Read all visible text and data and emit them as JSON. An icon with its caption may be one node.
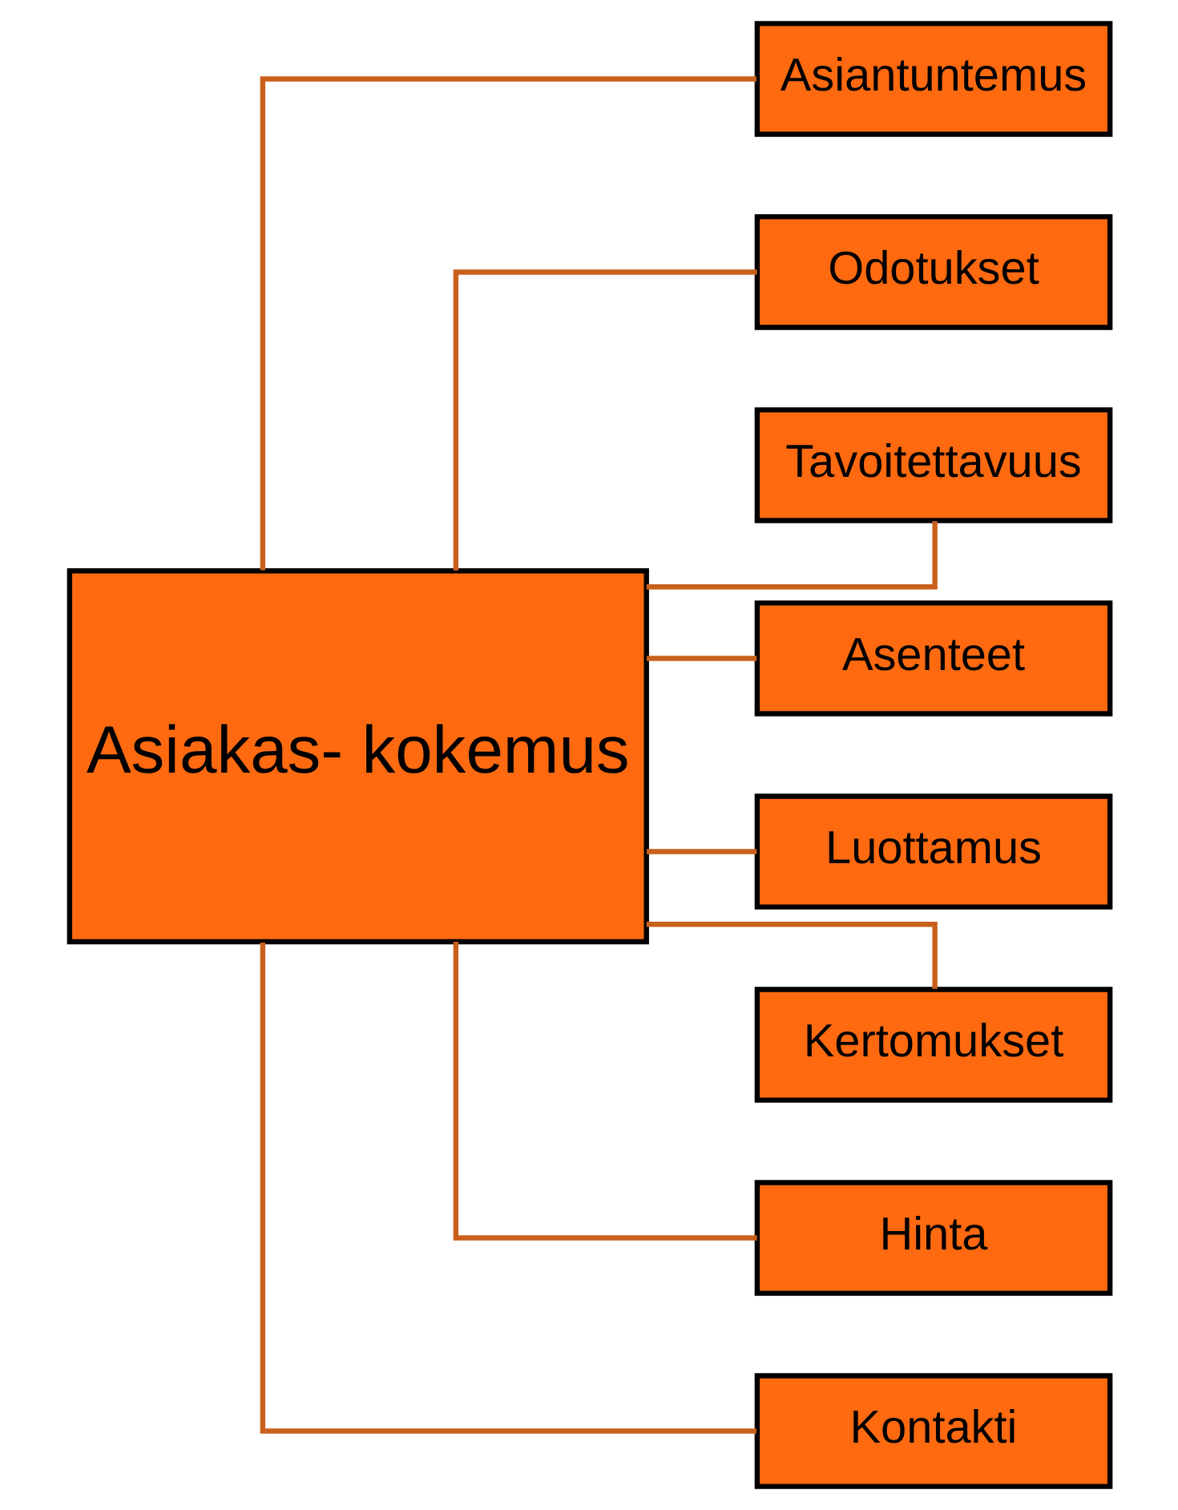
{
  "diagram": {
    "nodes": [
      {
        "text": [
          "Asiakas- kokemus"
        ]
      },
      {
        "text": [
          "Asiantuntemus"
        ]
      },
      {
        "text": [
          "Odotukset"
        ]
      },
      {
        "text": [
          "Tavoitettavuus"
        ]
      },
      {
        "text": [
          "Asenteet"
        ]
      },
      {
        "text": [
          "Luottamus"
        ]
      },
      {
        "text": [
          "Kertomukset"
        ]
      },
      {
        "text": [
          "Hinta"
        ]
      },
      {
        "text": [
          "Kontakti"
        ]
      }
    ],
    "edges": [
      {
        "from": 0,
        "to": 1,
        "arrow": "none"
      },
      {
        "from": 0,
        "to": 2,
        "arrow": "none"
      },
      {
        "from": 0,
        "to": 3,
        "arrow": "none"
      },
      {
        "from": 0,
        "to": 4,
        "arrow": "none"
      },
      {
        "from": 0,
        "to": 5,
        "arrow": "none"
      },
      {
        "from": 0,
        "to": 6,
        "arrow": "none"
      },
      {
        "from": 0,
        "to": 7,
        "arrow": "none"
      },
      {
        "from": 0,
        "to": 8,
        "arrow": "none"
      }
    ]
  }
}
